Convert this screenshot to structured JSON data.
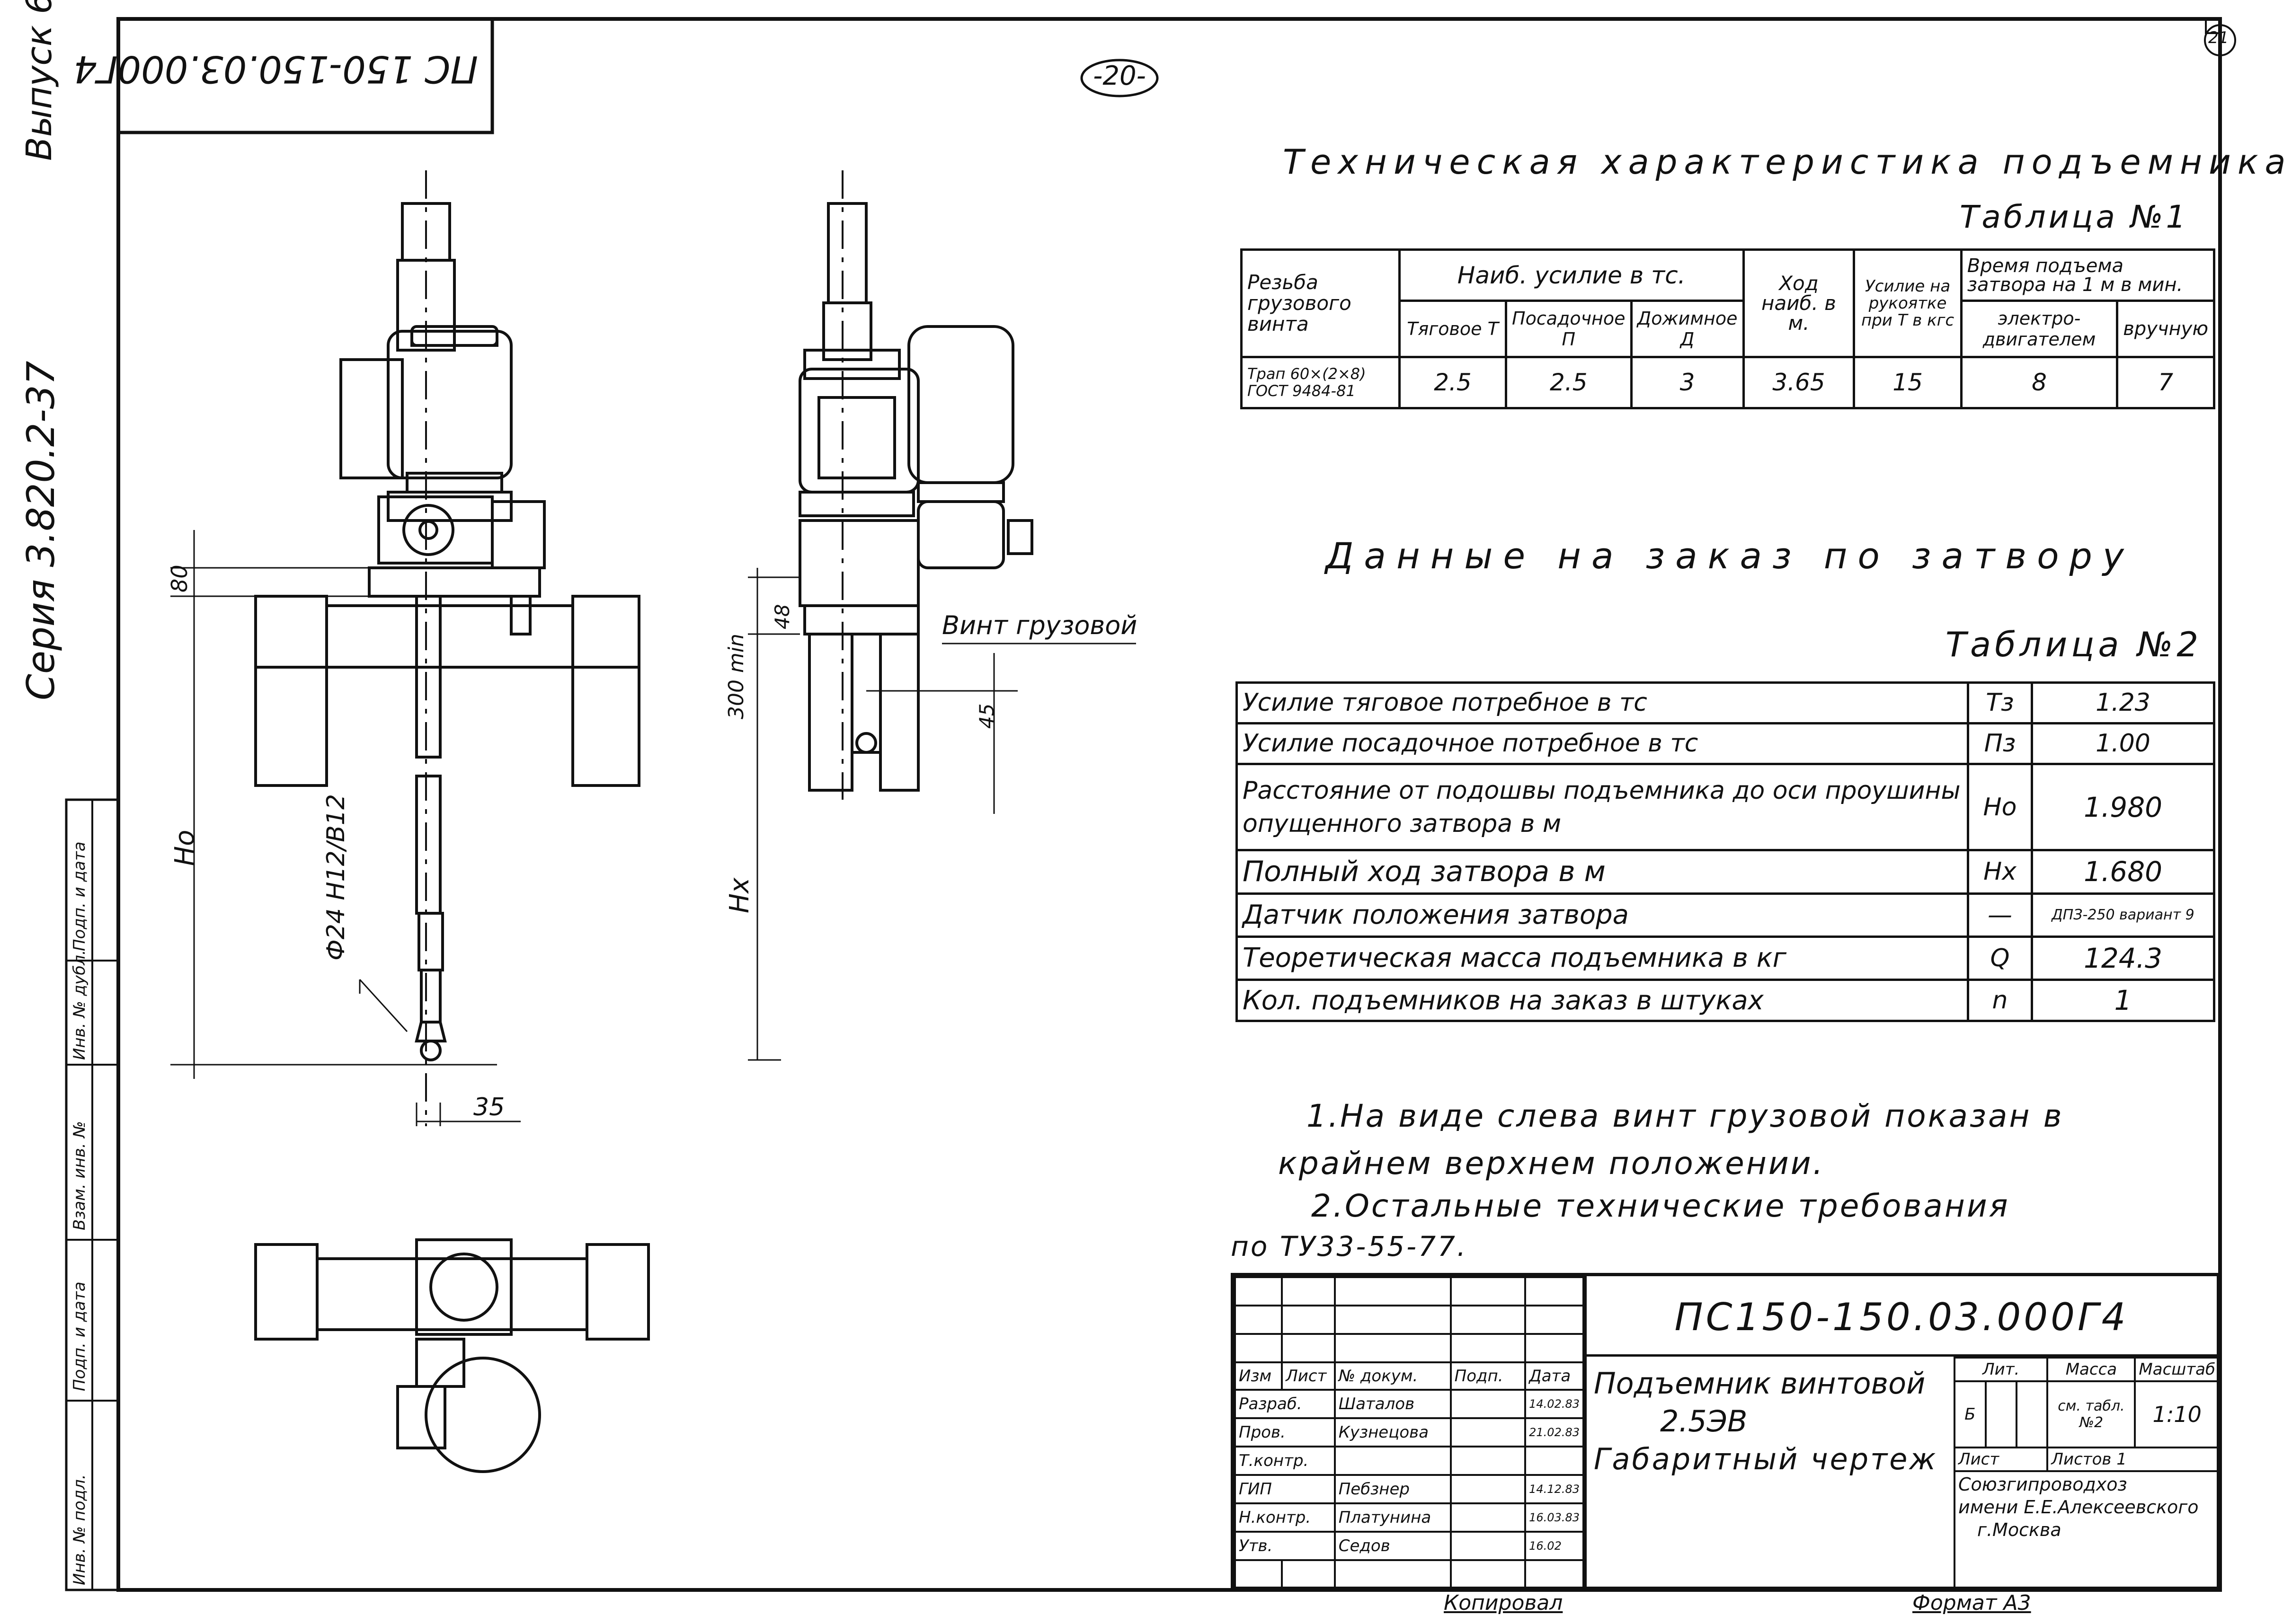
{
  "doc_code_rotated": "ПС 150-150.03.000Г4",
  "sheet_number": "-20-",
  "corner_number": "21",
  "margin": {
    "vypusk": "Выпуск 6",
    "seriya": "Серия 3.820.2-37",
    "fields": [
      "Инв. № подл.",
      "Подп. и дата",
      "Взам. инв. №",
      "Инв. № дубл.",
      "Подп. и дата"
    ]
  },
  "drawing": {
    "dim_80": "80",
    "dim_ho": "Hо",
    "dim_hx": "Hх",
    "dim_35": "35",
    "dim_phi": "Ф24 H12/B12",
    "dim_300": "300 min",
    "dim_48": "48",
    "dim_45": "45",
    "label_vint": "Винт грузовой"
  },
  "table1": {
    "title": "Техническая характеристика подъемника",
    "caption": "Таблица №1",
    "h_rezba": "Резьба грузового винта",
    "h_usilie": "Наиб. усилие в тс.",
    "h_tyag": "Тяговое Т",
    "h_posad": "Посадочное П",
    "h_dozh": "Дожимное Д",
    "h_hod": "Ход наиб. в м.",
    "h_ruk": "Усилие на рукоятке при Т в кгс",
    "h_vremya": "Время подъема затвора на 1 м в мин.",
    "h_elek": "электро-двигателем",
    "h_ruchn": "вручную",
    "row": [
      "Трап 60×(2×8) ГОСТ 9484-81",
      "2.5",
      "2.5",
      "3",
      "3.65",
      "15",
      "8",
      "7"
    ]
  },
  "table2": {
    "title": "Данные на заказ по затвору",
    "caption": "Таблица №2",
    "rows": [
      {
        "label": "Усилие тяговое потребное в тс",
        "sym": "Тз",
        "val": "1.23"
      },
      {
        "label": "Усилие посадочное потребное в тс",
        "sym": "Пз",
        "val": "1.00"
      },
      {
        "label": "Расстояние от подошвы подъемника до оси проушины опущенного затвора в м",
        "sym": "Hо",
        "val": "1.980"
      },
      {
        "label": "Полный ход затвора в м",
        "sym": "Hх",
        "val": "1.680"
      },
      {
        "label": "Датчик положения затвора",
        "sym": "—",
        "val": "ДПЗ-250 вариант 9"
      },
      {
        "label": "Теоретическая масса подъемника в кг",
        "sym": "Q",
        "val": "124.3"
      },
      {
        "label": "Кол. подъемников на заказ в штуках",
        "sym": "n",
        "val": "1"
      }
    ]
  },
  "notes": {
    "n1a": "1.На виде слева винт грузовой показан в",
    "n1b": "крайнем верхнем положении.",
    "n2a": "2.Остальные технические требования",
    "n2b": "по ТУ33-55-77."
  },
  "title_block": {
    "code": "ПС150-150.03.000Г4",
    "name1": "Подъемник винтовой",
    "name2": "2.5ЭВ",
    "name3": "Габаритный чертеж",
    "head": [
      "Изм",
      "Лист",
      "№ докум.",
      "Подп.",
      "Дата"
    ],
    "roles": [
      "Разраб.",
      "Пров.",
      "Т.контр.",
      "ГИП",
      "Н.контр.",
      "Утв."
    ],
    "names": [
      "Шаталов",
      "Кузнецова",
      "",
      "Пебзнер",
      "Платунина",
      "Седов"
    ],
    "dates": [
      "14.02.83",
      "21.02.83",
      "",
      "14.12.83",
      "16.03.83",
      "16.02"
    ],
    "lit_label": "Лит.",
    "mass_label": "Масса",
    "scale_label": "Масштаб",
    "lit_value": "Б",
    "mass_value": "см. табл. №2",
    "scale_value": "1:10",
    "sheet_label": "Лист",
    "sheets_label": "Листов 1",
    "org1": "Союзгипроводхоз",
    "org2": "имени Е.Е.Алексеевского",
    "org3": "г.Москва"
  },
  "footer": {
    "kopiroval": "Копировал",
    "format": "Формат А3"
  }
}
